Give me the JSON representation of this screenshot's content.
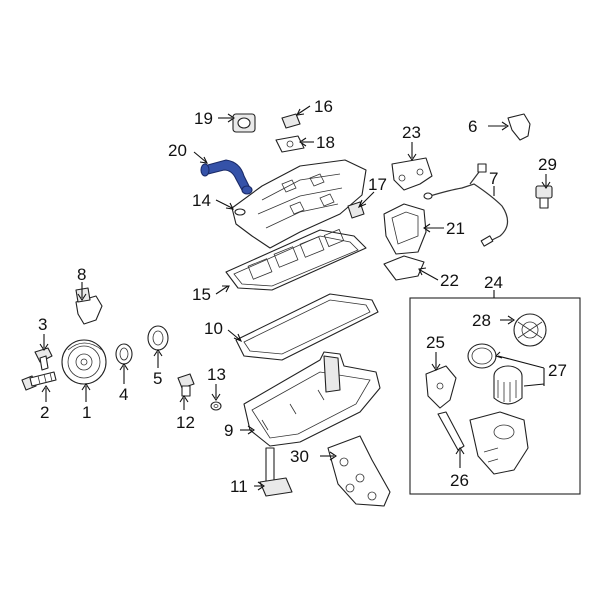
{
  "diagram": {
    "highlight_color": "#3552a8",
    "callouts": {
      "c1": "1",
      "c2": "2",
      "c3": "3",
      "c4": "4",
      "c5": "5",
      "c6": "6",
      "c7": "7",
      "c8": "8",
      "c9": "9",
      "c10": "10",
      "c11": "11",
      "c12": "12",
      "c13": "13",
      "c14": "14",
      "c15": "15",
      "c16": "16",
      "c17": "17",
      "c18": "18",
      "c19": "19",
      "c20": "20",
      "c21": "21",
      "c22": "22",
      "c23": "23",
      "c24": "24",
      "c25": "25",
      "c26": "26",
      "c27": "27",
      "c28": "28",
      "c29": "29",
      "c30": "30"
    }
  }
}
